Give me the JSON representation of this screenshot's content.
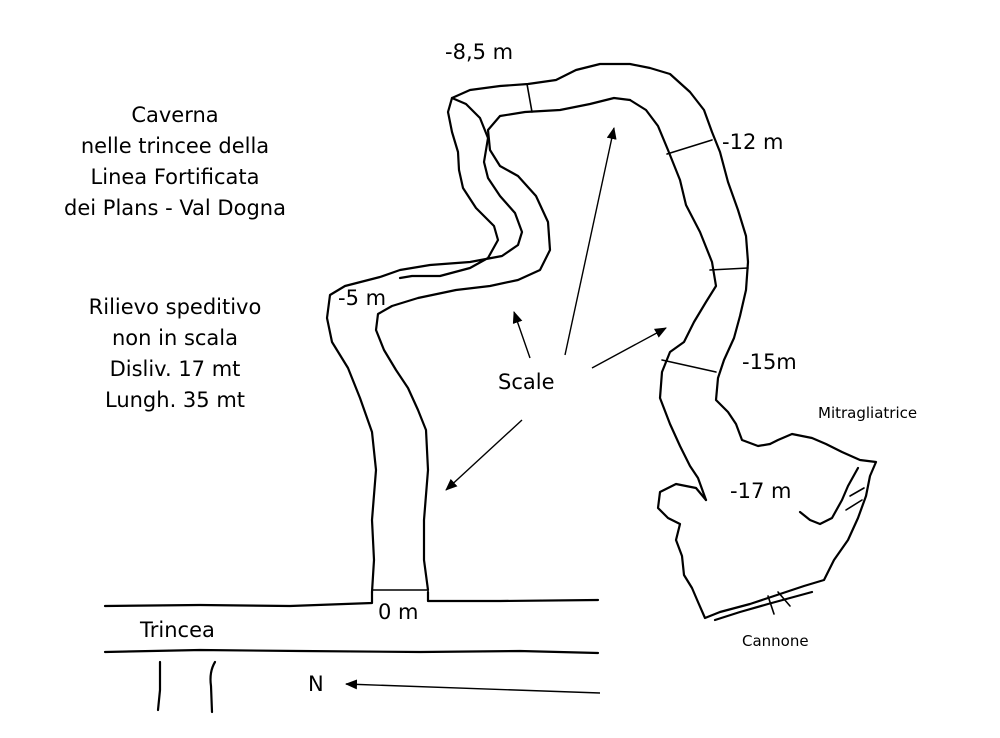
{
  "title": {
    "lines": [
      "Caverna",
      "nelle trincee della",
      "Linea Fortificata",
      "dei Plans - Val Dogna"
    ]
  },
  "info": {
    "lines": [
      "Rilievo speditivo",
      "non in scala",
      "Disliv. 17 mt",
      "Lungh. 35 mt"
    ]
  },
  "labels": {
    "depth_0": "0 m",
    "depth_5": "-5 m",
    "depth_8_5": "-8,5 m",
    "depth_12": "-12 m",
    "depth_15": "-15m",
    "depth_17": "-17 m",
    "scale": "Scale",
    "trincea": "Trincea",
    "north": "N",
    "mitragliatrice": "Mitragliatrice",
    "cannone": "Cannone"
  }
}
